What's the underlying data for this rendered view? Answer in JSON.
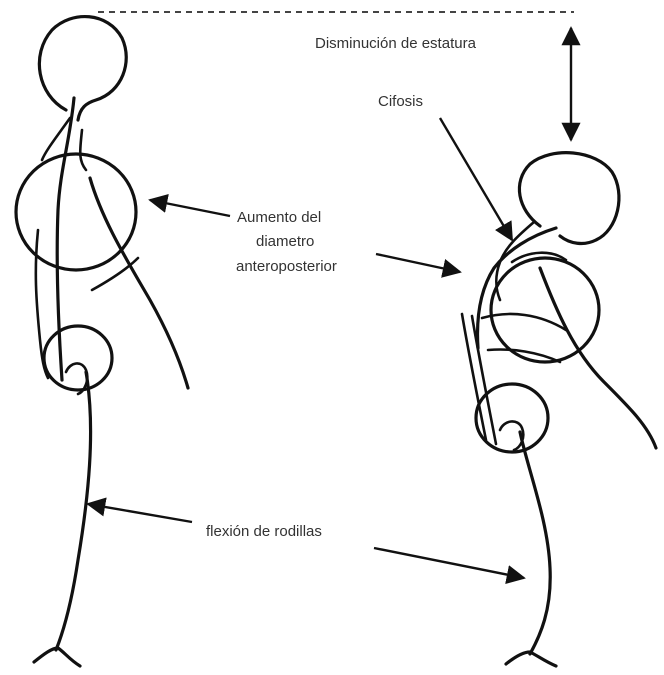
{
  "labels": {
    "height_loss": "Disminución de estatura",
    "kyphosis": "Cifosis",
    "ap_line1": "Aumento del",
    "ap_line2": "diametro",
    "ap_line3": "anteroposterior",
    "knee_flexion": "flexión de rodillas"
  },
  "colors": {
    "line": "#111111",
    "text": "#333333",
    "background": "#ffffff"
  }
}
